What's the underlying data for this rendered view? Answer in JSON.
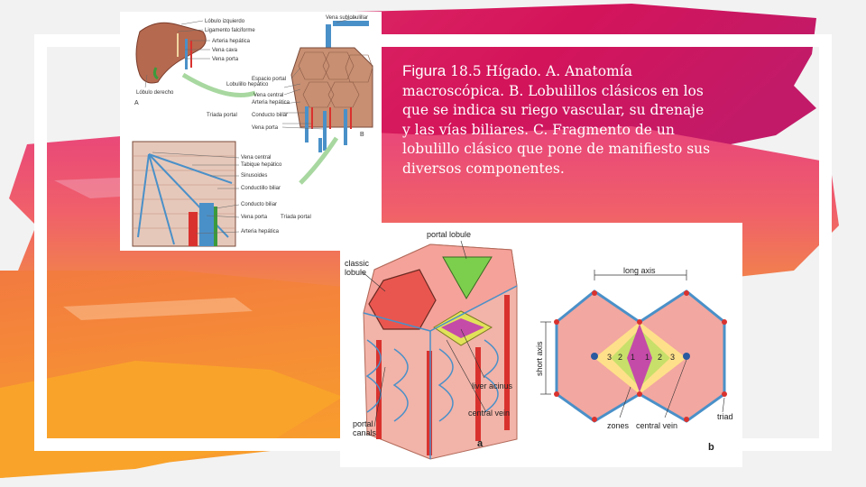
{
  "caption": {
    "lead": "Figura",
    "text": " 18.5 Hígado. A. Anatomía macroscópica. B. Lobulillos clásicos en los que se indica su riego vascular, su drenaje y las vías biliares. C. Fragmento de un lobulillo clásico que pone de manifiesto sus diversos componentes."
  },
  "figure_top": {
    "labels": {
      "lobulo_izquierdo": "Lóbulo izquierdo",
      "ligamento_falciforme": "Ligamento falciforme",
      "arteria_hepatica_1": "Arteria hepática",
      "vena_cava": "Vena cava",
      "vena_porta_1": "Vena porta",
      "lobulo_derecho": "Lóbulo derecho",
      "letter_a": "A",
      "vena_sublobulillar": "Vena sublobulillar",
      "espacio_portal": "Espacio portal",
      "lobulillo_hepatico": "Lobulillo hepático",
      "vena_central_1": "Vena central",
      "arteria_hepatica_2": "Arteria hepática",
      "triada_portal_1": "Tríada portal",
      "conducto_biliar_1": "Conducto biliar",
      "vena_porta_2": "Vena porta",
      "letter_b": "B",
      "vena_central_2": "Vena central",
      "tabique_hepatico": "Tabique hepático",
      "sinusoides": "Sinusoides",
      "conductillo_biliar": "Conductillo biliar",
      "conducto_biliar_2": "Conducto biliar",
      "vena_porta_3": "Vena porta",
      "triada_portal_2": "Tríada portal",
      "arteria_hepatica_3": "Arteria hepática"
    }
  },
  "figure_bottom": {
    "labels": {
      "classic": "classic",
      "lobule": "lobule",
      "portal_lobule": "portal lobule",
      "liver_acinus": "liver acinus",
      "central_vein_a": "central vein",
      "portal": "portal",
      "canals": "canals",
      "letter_a": "a",
      "long_axis": "long axis",
      "short_axis": "short axis",
      "zones": "zones",
      "central_vein_b": "central vein",
      "triad": "triad",
      "letter_b": "b",
      "zone_3_left": "3",
      "zone_2_left": "2",
      "zone_1_left": "1",
      "zone_1_right": "1",
      "zone_2_right": "2",
      "zone_3_right": "3"
    }
  },
  "colors": {
    "magenta": "#d4145a",
    "orange": "#f7931e",
    "pink_tissue": "#f2a7a0",
    "vessel_blue": "#4a90c8",
    "artery_red": "#d9322e"
  }
}
